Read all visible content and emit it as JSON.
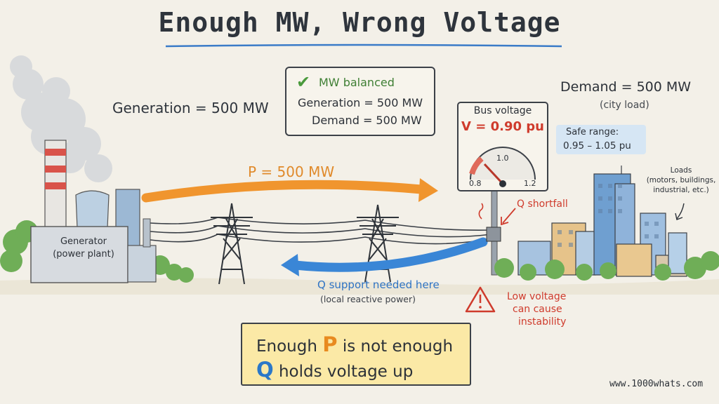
{
  "title": "Enough MW, Wrong Voltage",
  "generation_label": "Generation = 500 MW",
  "mw_box": {
    "title": "MW balanced",
    "line1": "Generation = 500 MW",
    "line2": "Demand = 500 MW",
    "check_icon": "check-icon"
  },
  "demand": {
    "label": "Demand = 500 MW",
    "sub": "(city load)"
  },
  "safe_range": {
    "title": "Safe range:",
    "value": "0.95 – 1.05 pu"
  },
  "bus_voltage": {
    "label": "Bus voltage",
    "value": "V = 0.90 pu",
    "ticks": [
      "0.8",
      "1.0",
      "1.2"
    ],
    "needle_value": 0.9
  },
  "p_flow": {
    "label": "P = 500 MW",
    "color": "#f0952e"
  },
  "q_flow": {
    "color": "#3a86d6"
  },
  "q_shortfall": "Q shortfall",
  "q_support": {
    "label": "Q support needed here",
    "sub": "(local reactive power)"
  },
  "low_voltage": {
    "line1": "Low voltage",
    "line2": "can cause",
    "line3": "instability",
    "icon": "warning-icon"
  },
  "loads": {
    "line1": "Loads",
    "line2": "(motors, buildings,",
    "line3": "industrial, etc.)"
  },
  "generator": {
    "line1": "Generator",
    "line2": "(power plant)"
  },
  "takeaway": {
    "row1_pre": "Enough ",
    "row1_symbol": "P",
    "row1_post": " is not enough",
    "row2_symbol": "Q",
    "row2_post": " holds voltage up"
  },
  "website": "www.1000whats.com",
  "colors": {
    "accent_red": "#cf3b2c",
    "accent_orange": "#f0952e",
    "accent_blue": "#3a86d6",
    "check_green": "#4a9a3c",
    "highlight_yellow": "#fbe9a6"
  }
}
